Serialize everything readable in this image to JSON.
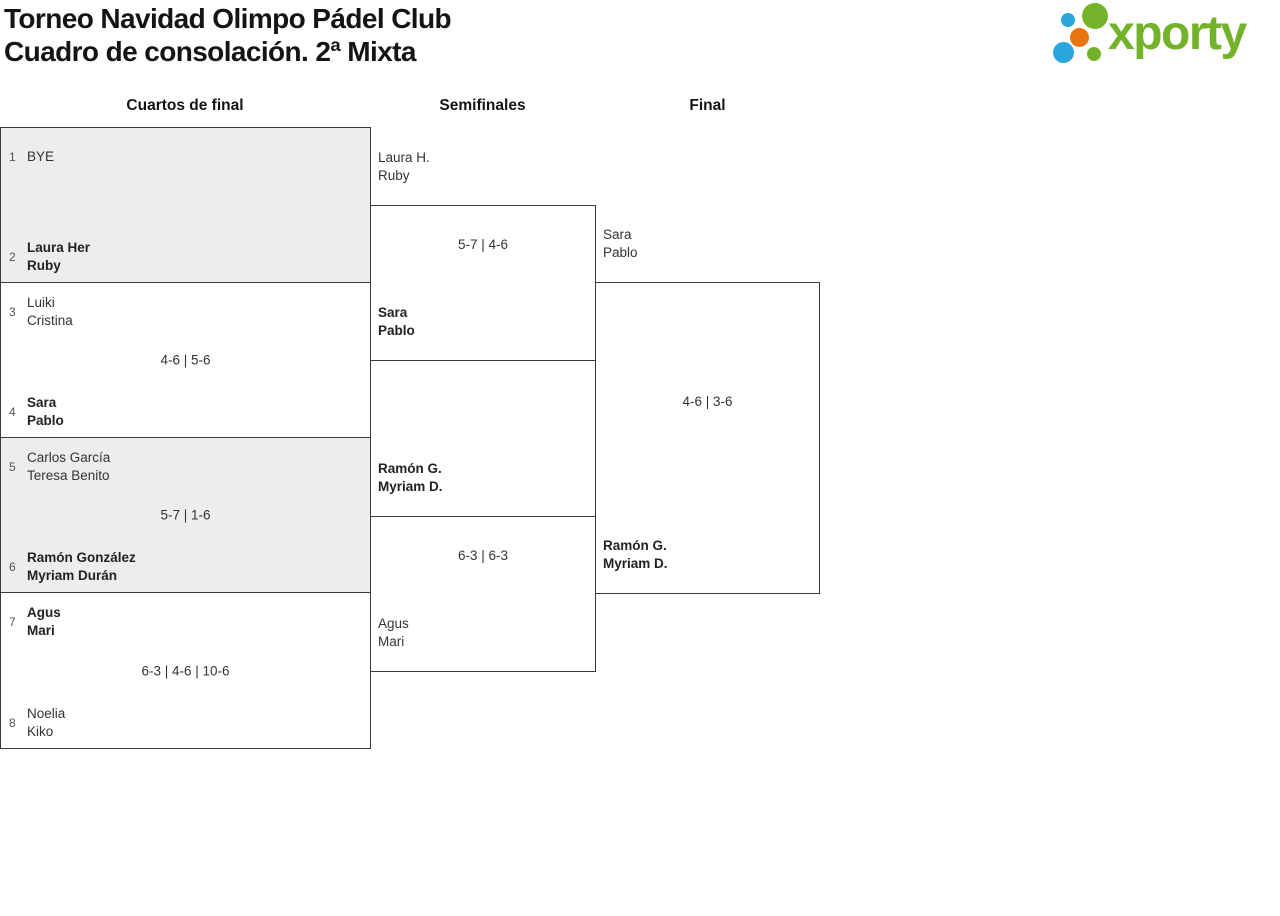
{
  "header": {
    "title_line1": "Torneo Navidad Olimpo Pádel Club",
    "title_line2": "Cuadro de consolación. 2ª Mixta",
    "logo_text": "xporty"
  },
  "colors": {
    "border": "#3a3a3a",
    "box-gray": "#ededed",
    "text-name": "#333333",
    "text-muted": "#555555",
    "logo-green": "#72b32a",
    "logo-blue": "#2ba6dd",
    "logo-orange": "#e87410"
  },
  "rounds": [
    "Cuartos de final",
    "Semifinales",
    "Final"
  ],
  "quarterfinals": [
    {
      "seed1": "1",
      "team1": {
        "line1": "BYE",
        "line2": "",
        "winner": false
      },
      "seed2": "2",
      "team2": {
        "line1": "Laura Her",
        "line2": "Ruby",
        "winner": true
      },
      "score": ""
    },
    {
      "seed1": "3",
      "team1": {
        "line1": "Luiki",
        "line2": "Cristina",
        "winner": false
      },
      "seed2": "4",
      "team2": {
        "line1": "Sara",
        "line2": "Pablo",
        "winner": true
      },
      "score": "4-6 | 5-6"
    },
    {
      "seed1": "5",
      "team1": {
        "line1": "Carlos García",
        "line2": "Teresa Benito",
        "winner": false
      },
      "seed2": "6",
      "team2": {
        "line1": "Ramón González",
        "line2": "Myriam Durán",
        "winner": true
      },
      "score": "5-7 | 1-6"
    },
    {
      "seed1": "7",
      "team1": {
        "line1": "Agus",
        "line2": "Mari",
        "winner": true
      },
      "seed2": "8",
      "team2": {
        "line1": "Noelia",
        "line2": "Kiko",
        "winner": false
      },
      "score": "6-3 | 4-6 | 10-6"
    }
  ],
  "semifinals": [
    {
      "team1": {
        "line1": "Laura H.",
        "line2": "Ruby",
        "winner": false
      },
      "team2": {
        "line1": "Sara",
        "line2": "Pablo",
        "winner": true
      },
      "score": "5-7 | 4-6"
    },
    {
      "team1": {
        "line1": "Ramón G.",
        "line2": "Myriam D.",
        "winner": true
      },
      "team2": {
        "line1": "Agus",
        "line2": "Mari",
        "winner": false
      },
      "score": "6-3 | 6-3"
    }
  ],
  "final": {
    "team1": {
      "line1": "Sara",
      "line2": "Pablo",
      "winner": false
    },
    "team2": {
      "line1": "Ramón G.",
      "line2": "Myriam D.",
      "winner": true
    },
    "score": "4-6 | 3-6"
  }
}
